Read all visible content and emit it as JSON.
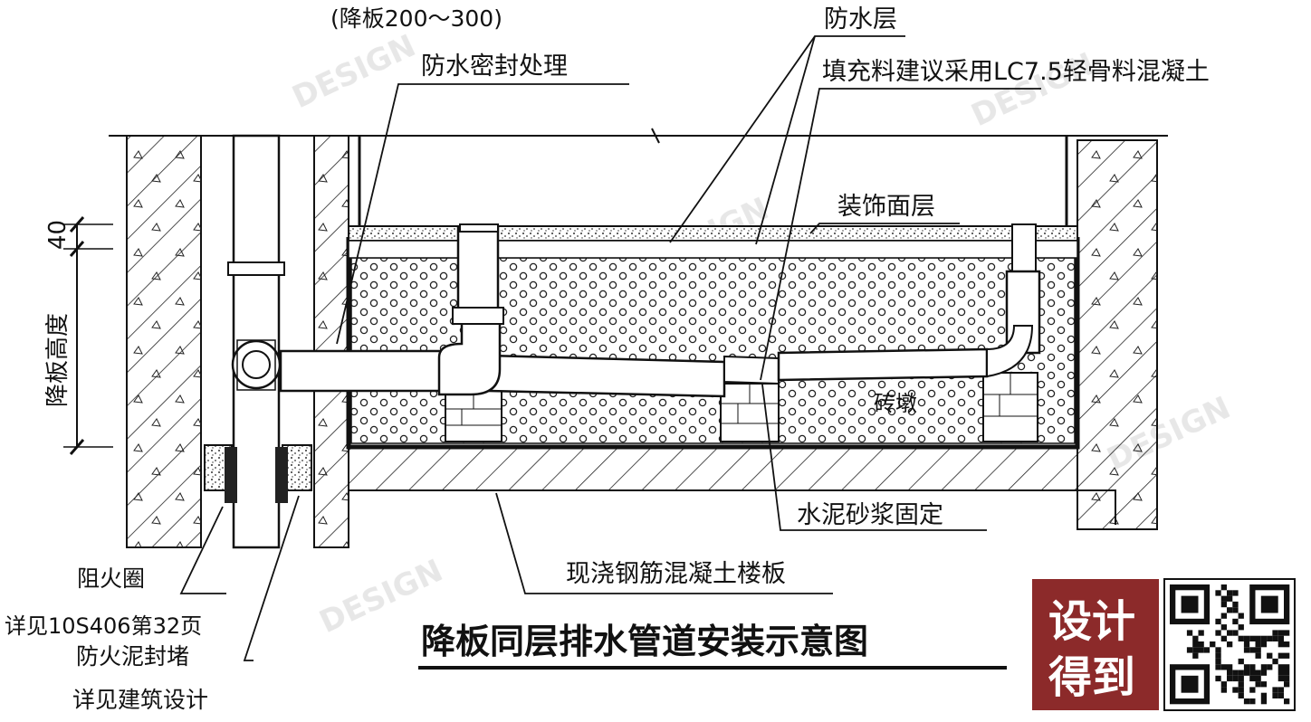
{
  "labels": {
    "slab_drop_range": "(降板200～300)",
    "waterproof_seal": "防水密封处理",
    "waterproof_layer": "防水层",
    "fill_material": "填充料建议采用LC7.5轻骨料混凝土",
    "finish_layer": "装饰面层",
    "dimension_40": "40",
    "slab_drop_height": "降板高度",
    "brick_pier": "砖墩",
    "cement_mortar_fix": "水泥砂浆固定",
    "cast_in_place_slab": "现浇钢筋混凝土楼板",
    "fire_ring": "阻火圈",
    "fire_ring_ref": "详见10S406第32页",
    "fireproof_mud": "防火泥封堵",
    "architecture_ref": "详见建筑设计"
  },
  "title": "降板同层排水管道安装示意图",
  "watermark": "DESIGN",
  "logo": {
    "line1": "设计",
    "line2": "得到",
    "color": "#8c2a2a"
  }
}
